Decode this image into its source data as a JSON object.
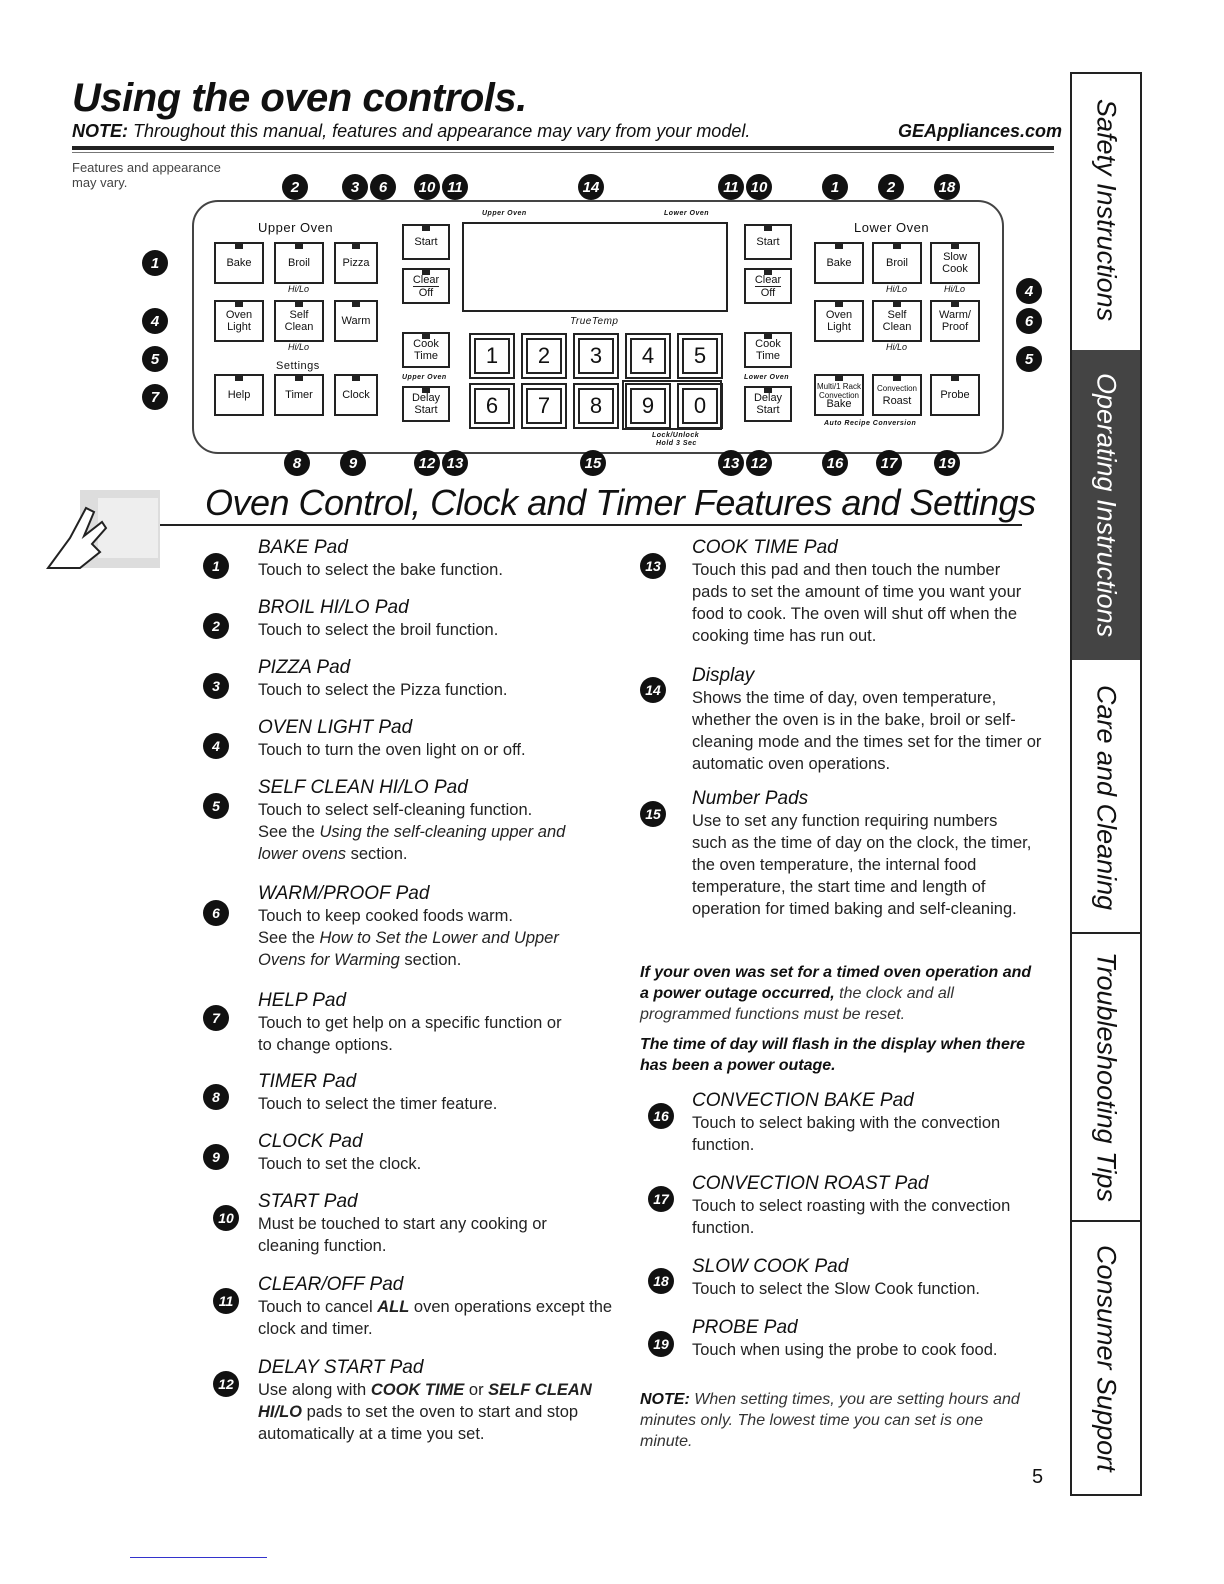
{
  "header": {
    "title": "Using the oven controls.",
    "note_label": "NOTE:",
    "note_text": "Throughout this manual, features and appearance may vary from your model.",
    "website": "GEAppliances.com",
    "features_note": "Features and appearance may vary."
  },
  "panel": {
    "upper_oven_label": "Upper Oven",
    "lower_oven_label": "Lower Oven",
    "settings_label": "Settings",
    "display_upper": "Upper Oven",
    "display_lower": "Lower Oven",
    "truetemp": "TrueTemp",
    "upper_oven_small": "Upper Oven",
    "lower_oven_small": "Lower Oven",
    "lock_unlock": "Lock/Unlock",
    "hold_3sec": "Hold 3 Sec",
    "auto_recipe": "Auto Recipe Conversion",
    "hilo": "Hi/Lo",
    "pads": {
      "bake": "Bake",
      "broil": "Broil",
      "pizza": "Pizza",
      "oven_light_1": "Oven",
      "oven_light_2": "Light",
      "self_clean_1": "Self",
      "self_clean_2": "Clean",
      "warm": "Warm",
      "help": "Help",
      "timer": "Timer",
      "clock": "Clock",
      "start": "Start",
      "clear": "Clear",
      "off": "Off",
      "cook": "Cook",
      "time": "Time",
      "delay": "Delay",
      "start2": "Start",
      "slow": "Slow",
      "cook2": "Cook",
      "warm_proof_1": "Warm/",
      "warm_proof_2": "Proof",
      "multi_rack_1": "Multi/1 Rack",
      "multi_rack_2": "Convection",
      "multi_rack_3": "Bake",
      "conv_roast_1": "Convection",
      "conv_roast_2": "Roast",
      "probe": "Probe"
    },
    "numbers": [
      "1",
      "2",
      "3",
      "4",
      "5",
      "6",
      "7",
      "8",
      "9",
      "0"
    ],
    "callouts_top": [
      "2",
      "3",
      "6",
      "10",
      "11",
      "14",
      "11",
      "10",
      "1",
      "2",
      "18"
    ],
    "callouts_left": [
      "1",
      "4",
      "5",
      "7"
    ],
    "callouts_right": [
      "4",
      "6",
      "5"
    ],
    "callouts_bottom": [
      "8",
      "9",
      "12",
      "13",
      "15",
      "13",
      "12",
      "16",
      "17",
      "19"
    ]
  },
  "section_title": "Oven Control, Clock and Timer Features and Settings",
  "items_left": [
    {
      "n": "1",
      "title": "BAKE Pad",
      "body": "Touch to select the bake function."
    },
    {
      "n": "2",
      "title": "BROIL HI/LO Pad",
      "body": "Touch to select the broil function."
    },
    {
      "n": "3",
      "title": "PIZZA Pad",
      "body": "Touch to select the Pizza function."
    },
    {
      "n": "4",
      "title": "OVEN LIGHT Pad",
      "body": "Touch to turn the oven light on or off."
    },
    {
      "n": "5",
      "title": "SELF CLEAN HI/LO Pad",
      "body": "Touch to select self-cleaning function.",
      "body2": "See the ",
      "body2_i": "Using the self-cleaning upper and lower ovens",
      "body2_end": " section."
    },
    {
      "n": "6",
      "title": "WARM/PROOF Pad",
      "body": "Touch to keep cooked foods warm.",
      "body2": "See the ",
      "body2_i": "How to Set the Lower and Upper Ovens for Warming",
      "body2_end": " section."
    },
    {
      "n": "7",
      "title": "HELP Pad",
      "body": "Touch to get help on a specific function or to change options."
    },
    {
      "n": "8",
      "title": "TIMER Pad",
      "body": "Touch to select the timer feature."
    },
    {
      "n": "9",
      "title": "CLOCK Pad",
      "body": "Touch to set the clock."
    },
    {
      "n": "10",
      "title": "START Pad",
      "body": "Must be touched to start any cooking or cleaning function."
    },
    {
      "n": "11",
      "title": "CLEAR/OFF Pad",
      "body_a": "Touch to cancel ",
      "body_b": "ALL",
      "body_c": " oven operations except the clock and timer."
    },
    {
      "n": "12",
      "title": "DELAY START Pad",
      "body_a": "Use along with ",
      "body_b": "COOK TIME",
      "body_c": " or ",
      "body_d": "SELF CLEAN HI/LO",
      "body_e": " pads to set the oven to start and stop automatically at a time you set."
    }
  ],
  "items_right": [
    {
      "n": "13",
      "title": "COOK TIME Pad",
      "body": "Touch this pad and then touch the number pads to set the amount of time you want your food to cook. The oven will shut off when the cooking time has run out."
    },
    {
      "n": "14",
      "title": "Display",
      "body": "Shows the time of day, oven temperature, whether the oven is in the bake, broil or self-cleaning mode and the times set for the timer or automatic oven operations."
    },
    {
      "n": "15",
      "title": "Number Pads",
      "body": "Use to set any function requiring numbers such as the time of day on the clock, the timer, the oven temperature, the internal food temperature, the start time and length of operation for timed baking and self-cleaning."
    },
    {
      "n": "16",
      "title": "CONVECTION BAKE Pad",
      "body": "Touch to select baking with the convection function."
    },
    {
      "n": "17",
      "title": "CONVECTION ROAST Pad",
      "body": "Touch to select roasting with the convection function."
    },
    {
      "n": "18",
      "title": "SLOW COOK Pad",
      "body": "Touch to select the Slow Cook function."
    },
    {
      "n": "19",
      "title": "PROBE Pad",
      "body": "Touch when using the probe to cook food."
    }
  ],
  "power_outage": {
    "bold": "If your oven was set for a timed oven operation and a power outage occurred,",
    "italic": " the clock and all programmed functions must be reset.",
    "flash": "The time of day will flash in the display when there has been a power outage."
  },
  "bottom_note": {
    "label": "NOTE:",
    "text": " When setting times, you are setting hours and minutes only. The lowest time you can set is one minute."
  },
  "page_number": "5",
  "side_tabs": [
    {
      "label": "Safety Instructions",
      "active": false
    },
    {
      "label": "Operating Instructions",
      "active": true
    },
    {
      "label": "Care and Cleaning",
      "active": false
    },
    {
      "label": "Troubleshooting Tips",
      "active": false
    },
    {
      "label": "Consumer Support",
      "active": false
    }
  ]
}
